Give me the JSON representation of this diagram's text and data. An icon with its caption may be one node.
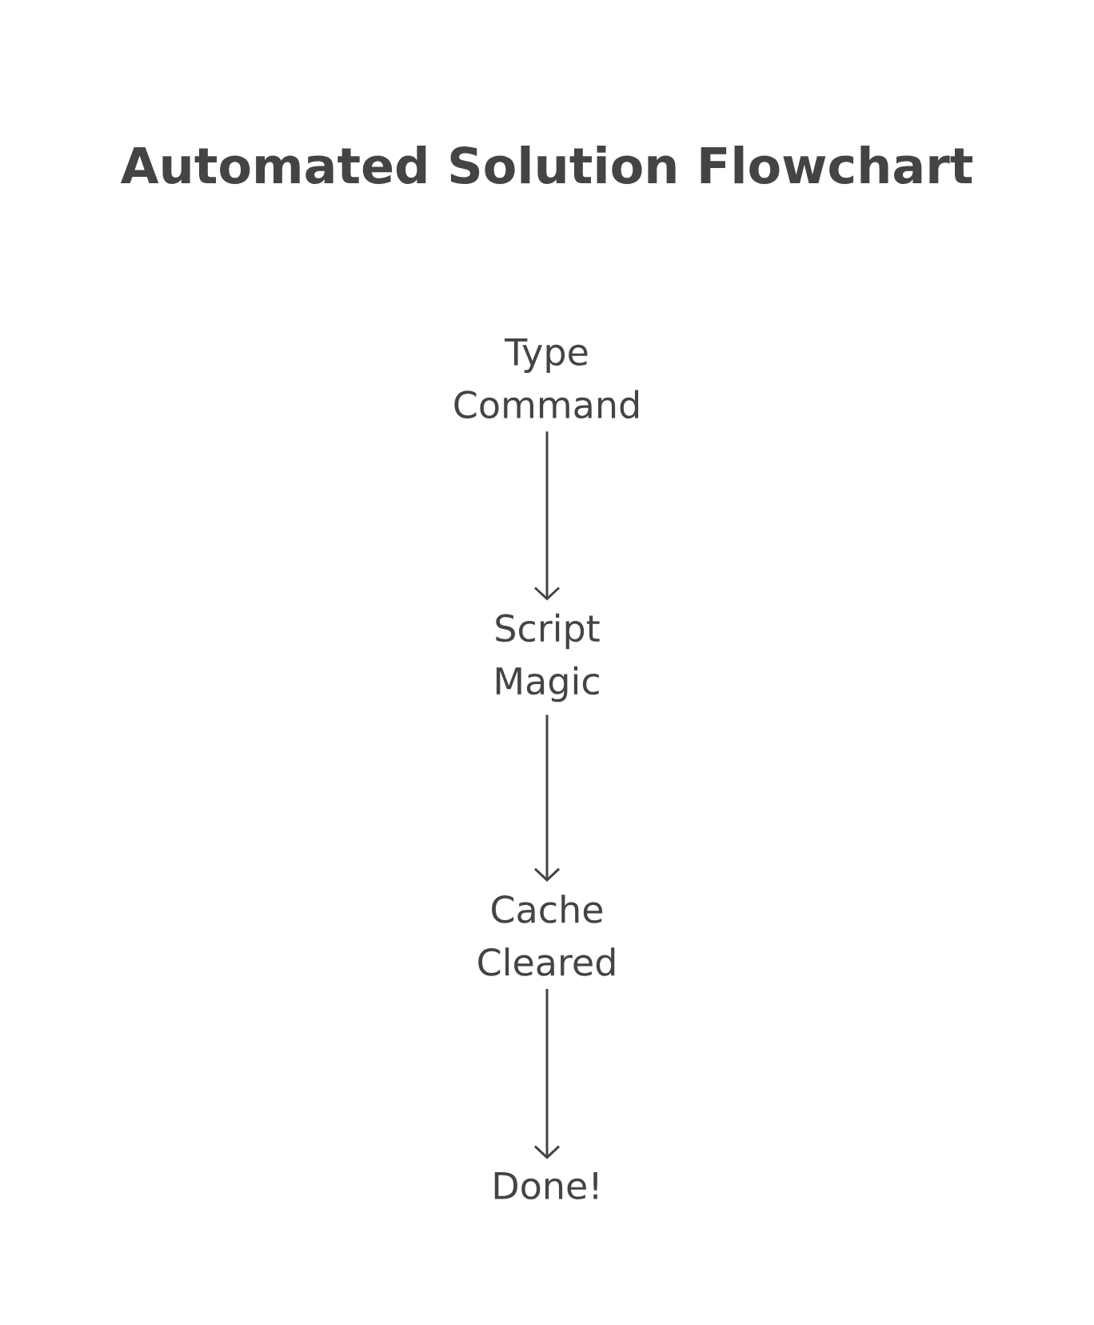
{
  "diagram": {
    "title": "Automated Solution Flowchart",
    "nodes": [
      {
        "text": [
          "Type Command"
        ]
      },
      {
        "text": [
          "Script Magic"
        ]
      },
      {
        "text": [
          "Cache Cleared"
        ]
      },
      {
        "text": [
          "Done!"
        ]
      }
    ],
    "edges": [
      {
        "from": 0,
        "to": 1,
        "arrow": "to"
      },
      {
        "from": 1,
        "to": 2,
        "arrow": "to"
      },
      {
        "from": 2,
        "to": 3,
        "arrow": "to"
      }
    ]
  }
}
